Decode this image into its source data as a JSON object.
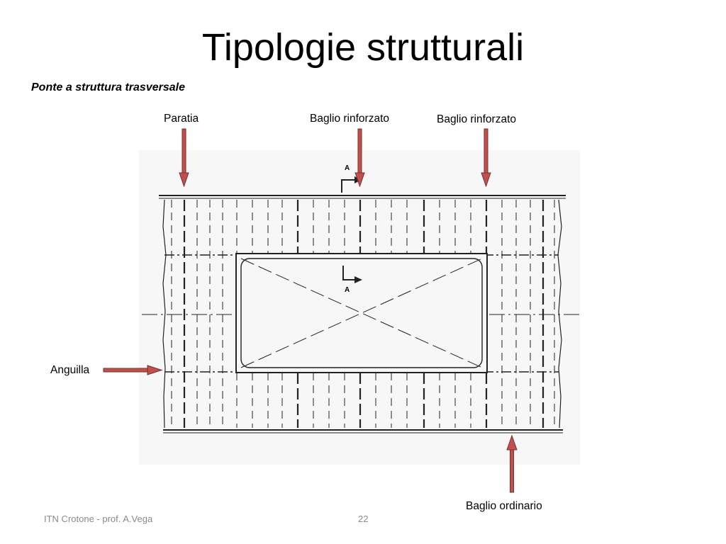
{
  "slide": {
    "title": "Tipologie strutturali",
    "subtitle": "Ponte a struttura trasversale"
  },
  "labels": {
    "paratia": "Paratia",
    "baglio_rinforzato_1": "Baglio rinforzato",
    "baglio_rinforzato_2": "Baglio rinforzato",
    "anguilla": "Anguilla",
    "baglio_ordinario": "Baglio ordinario"
  },
  "section_marks": {
    "top": "A",
    "bottom": "A"
  },
  "footer": {
    "author": "ITN Crotone - prof. A.Vega",
    "page": "22"
  },
  "colors": {
    "arrow_fill": "#c0504d",
    "arrow_stroke": "#7a2f2d",
    "drawing_line": "#222222"
  }
}
